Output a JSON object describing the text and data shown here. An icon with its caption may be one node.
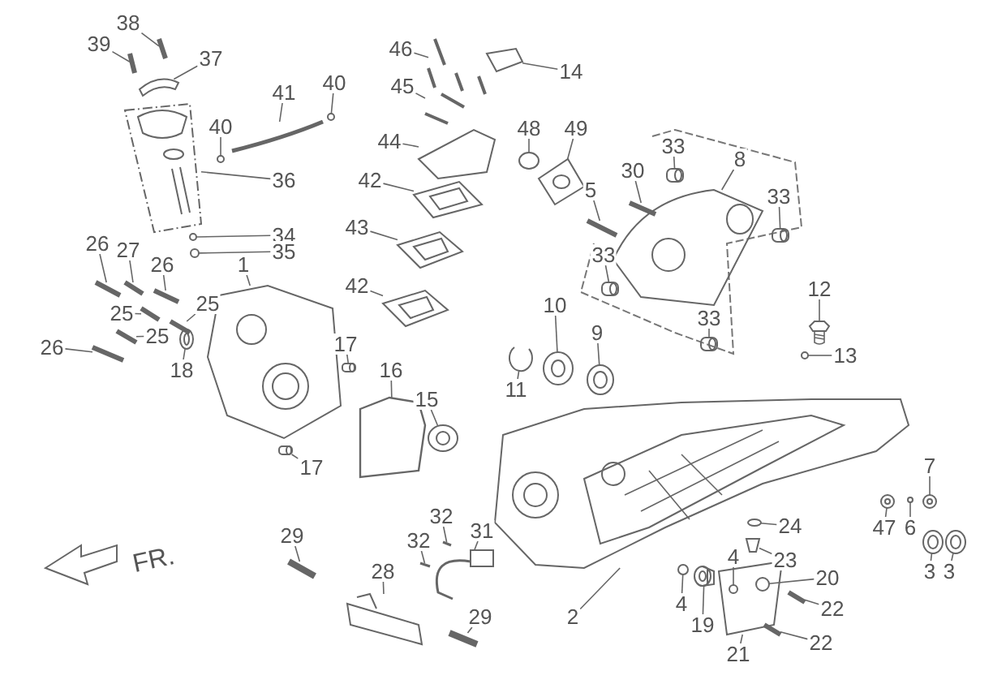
{
  "diagram": {
    "nodes": [
      {
        "text": [
          "38"
        ]
      },
      {
        "text": [
          "39"
        ]
      },
      {
        "text": [
          "37"
        ]
      },
      {
        "text": [
          "40"
        ]
      },
      {
        "text": [
          "40"
        ]
      },
      {
        "text": [
          "41"
        ]
      },
      {
        "text": [
          "36"
        ]
      },
      {
        "text": [
          "34"
        ]
      },
      {
        "text": [
          "35"
        ]
      },
      {
        "text": [
          "26"
        ]
      },
      {
        "text": [
          "27"
        ]
      },
      {
        "text": [
          "26"
        ]
      },
      {
        "text": [
          "1"
        ]
      },
      {
        "text": [
          "25"
        ]
      },
      {
        "text": [
          "25"
        ]
      },
      {
        "text": [
          "25"
        ]
      },
      {
        "text": [
          "26"
        ]
      },
      {
        "text": [
          "18"
        ]
      },
      {
        "text": [
          "46"
        ]
      },
      {
        "text": [
          "14"
        ]
      },
      {
        "text": [
          "45"
        ]
      },
      {
        "text": [
          "44"
        ]
      },
      {
        "text": [
          "48"
        ]
      },
      {
        "text": [
          "49"
        ]
      },
      {
        "text": [
          "42"
        ]
      },
      {
        "text": [
          "43"
        ]
      },
      {
        "text": [
          "42"
        ]
      },
      {
        "text": [
          "17"
        ]
      },
      {
        "text": [
          "16"
        ]
      },
      {
        "text": [
          "15"
        ]
      },
      {
        "text": [
          "11"
        ]
      },
      {
        "text": [
          "10"
        ]
      },
      {
        "text": [
          "9"
        ]
      },
      {
        "text": [
          "5"
        ]
      },
      {
        "text": [
          "30"
        ]
      },
      {
        "text": [
          "33"
        ]
      },
      {
        "text": [
          "8"
        ]
      },
      {
        "text": [
          "33"
        ]
      },
      {
        "text": [
          "33"
        ]
      },
      {
        "text": [
          "33"
        ]
      },
      {
        "text": [
          "12"
        ]
      },
      {
        "text": [
          "13"
        ]
      },
      {
        "text": [
          "17"
        ]
      },
      {
        "text": [
          "32"
        ]
      },
      {
        "text": [
          "32"
        ]
      },
      {
        "text": [
          "31"
        ]
      },
      {
        "text": [
          "29"
        ]
      },
      {
        "text": [
          "28"
        ]
      },
      {
        "text": [
          "29"
        ]
      },
      {
        "text": [
          "7"
        ]
      },
      {
        "text": [
          "47"
        ]
      },
      {
        "text": [
          "6"
        ]
      },
      {
        "text": [
          "3"
        ]
      },
      {
        "text": [
          "3"
        ]
      },
      {
        "text": [
          "24"
        ]
      },
      {
        "text": [
          "23"
        ]
      },
      {
        "text": [
          "4"
        ]
      },
      {
        "text": [
          "20"
        ]
      },
      {
        "text": [
          "4"
        ]
      },
      {
        "text": [
          "22"
        ]
      },
      {
        "text": [
          "19"
        ]
      },
      {
        "text": [
          "22"
        ]
      },
      {
        "text": [
          "21"
        ]
      },
      {
        "text": [
          "2"
        ]
      },
      {
        "text": [],
        "shape": "picture"
      },
      {
        "text": [],
        "shape": "picture"
      },
      {
        "text": [],
        "shape": "picture"
      },
      {
        "text": [],
        "shape": "circle"
      },
      {
        "text": [],
        "shape": "circle"
      },
      {
        "text": [],
        "shape": "picture"
      },
      {
        "text": [],
        "shape": "picture"
      },
      {
        "text": [],
        "shape": "circle"
      },
      {
        "text": [],
        "shape": "circle"
      },
      {
        "text": [],
        "shape": "picture"
      },
      {
        "text": [],
        "shape": "picture"
      },
      {
        "text": [],
        "shape": "picture"
      },
      {
        "text": [],
        "shape": "picture"
      },
      {
        "text": [],
        "shape": "picture"
      },
      {
        "text": [],
        "shape": "picture"
      },
      {
        "text": [],
        "shape": "picture"
      },
      {
        "text": [],
        "shape": "picture"
      },
      {
        "text": [],
        "shape": "picture"
      },
      {
        "text": [],
        "shape": "picture"
      },
      {
        "text": [],
        "shape": "picture"
      },
      {
        "text": [],
        "shape": "picture"
      },
      {
        "text": [],
        "shape": "picture"
      },
      {
        "text": [],
        "shape": "circle"
      },
      {
        "text": [],
        "shape": "picture"
      },
      {
        "text": [],
        "shape": "picture"
      },
      {
        "text": [],
        "shape": "picture"
      },
      {
        "text": [],
        "shape": "picture"
      },
      {
        "text": [],
        "shape": "picture"
      },
      {
        "text": [],
        "shape": "picture"
      },
      {
        "text": [],
        "shape": "picture"
      },
      {
        "text": [],
        "shape": "picture"
      },
      {
        "text": [],
        "shape": "picture"
      },
      {
        "text": [],
        "shape": "picture"
      },
      {
        "text": [],
        "shape": "picture"
      },
      {
        "text": [],
        "shape": "picture"
      },
      {
        "text": [],
        "shape": "picture"
      },
      {
        "text": [],
        "shape": "picture"
      },
      {
        "text": [],
        "shape": "picture"
      },
      {
        "text": [],
        "shape": "picture"
      },
      {
        "text": [],
        "shape": "picture"
      },
      {
        "text": [],
        "shape": "picture"
      },
      {
        "text": [],
        "shape": "circle"
      },
      {
        "text": [],
        "shape": "picture"
      },
      {
        "text": [],
        "shape": "picture"
      },
      {
        "text": [],
        "shape": "picture"
      },
      {
        "text": [],
        "shape": "picture"
      },
      {
        "text": [],
        "shape": "picture"
      },
      {
        "text": [],
        "shape": "picture"
      },
      {
        "text": [],
        "shape": "picture"
      },
      {
        "text": [],
        "shape": "picture"
      },
      {
        "text": [],
        "shape": "picture"
      },
      {
        "text": [],
        "shape": "circle"
      },
      {
        "text": [],
        "shape": "picture"
      },
      {
        "text": [],
        "shape": "picture"
      },
      {
        "text": [],
        "shape": "circle"
      },
      {
        "text": [],
        "shape": "picture"
      },
      {
        "text": [],
        "shape": "circle",
        "in": 126
      },
      {
        "text": [],
        "shape": "circle",
        "in": 126
      },
      {
        "text": [],
        "shape": "circle"
      },
      {
        "text": [],
        "shape": "picture"
      },
      {
        "text": [],
        "shape": "picture"
      },
      {
        "text": [],
        "shape": "picture"
      },
      {
        "text": [],
        "shape": "picture"
      },
      {
        "text": [],
        "shape": "picture"
      },
      {
        "text": [],
        "shape": "arrow",
        "beside": [
          "FR."
        ]
      }
    ],
    "edges": [
      {
        "from": 0,
        "to": 64,
        "arrow": "none"
      },
      {
        "from": 1,
        "to": 65,
        "arrow": "none"
      },
      {
        "from": 2,
        "to": 66,
        "arrow": "none"
      },
      {
        "from": 3,
        "to": 67,
        "arrow": "none"
      },
      {
        "from": 4,
        "to": 68,
        "arrow": "none"
      },
      {
        "from": 5,
        "to": 69,
        "arrow": "none"
      },
      {
        "from": 6,
        "to": 70,
        "arrow": "none"
      },
      {
        "from": 7,
        "to": 71,
        "arrow": "none"
      },
      {
        "from": 8,
        "to": 72,
        "arrow": "none"
      },
      {
        "from": 9,
        "to": 73,
        "arrow": "none"
      },
      {
        "from": 10,
        "to": 74,
        "arrow": "none"
      },
      {
        "from": 11,
        "to": 75,
        "arrow": "none"
      },
      {
        "from": 12,
        "to": 76,
        "arrow": "none"
      },
      {
        "from": 13,
        "to": 77,
        "arrow": "none"
      },
      {
        "from": 14,
        "to": 78,
        "arrow": "none"
      },
      {
        "from": 15,
        "to": 79,
        "arrow": "none"
      },
      {
        "from": 16,
        "to": 80,
        "arrow": "none"
      },
      {
        "from": 17,
        "to": 81,
        "arrow": "none"
      },
      {
        "from": 18,
        "to": 82,
        "arrow": "none"
      },
      {
        "from": 19,
        "to": 83,
        "arrow": "none"
      },
      {
        "from": 20,
        "to": 84,
        "arrow": "none"
      },
      {
        "from": 21,
        "to": 85,
        "arrow": "none"
      },
      {
        "from": 22,
        "to": 86,
        "arrow": "none"
      },
      {
        "from": 23,
        "to": 87,
        "arrow": "none"
      },
      {
        "from": 24,
        "to": 88,
        "arrow": "none"
      },
      {
        "from": 25,
        "to": 89,
        "arrow": "none"
      },
      {
        "from": 26,
        "to": 90,
        "arrow": "none"
      },
      {
        "from": 27,
        "to": 91,
        "arrow": "none"
      },
      {
        "from": 28,
        "to": 92,
        "arrow": "none"
      },
      {
        "from": 29,
        "to": 93,
        "arrow": "none"
      },
      {
        "from": 30,
        "to": 94,
        "arrow": "none"
      },
      {
        "from": 31,
        "to": 95,
        "arrow": "none"
      },
      {
        "from": 32,
        "to": 96,
        "arrow": "none"
      },
      {
        "from": 33,
        "to": 97,
        "arrow": "none"
      },
      {
        "from": 34,
        "to": 98,
        "arrow": "none"
      },
      {
        "from": 35,
        "to": 99,
        "arrow": "none"
      },
      {
        "from": 36,
        "to": 100,
        "arrow": "none"
      },
      {
        "from": 37,
        "to": 101,
        "arrow": "none"
      },
      {
        "from": 38,
        "to": 102,
        "arrow": "none"
      },
      {
        "from": 39,
        "to": 103,
        "arrow": "none"
      },
      {
        "from": 40,
        "to": 104,
        "arrow": "none"
      },
      {
        "from": 41,
        "to": 105,
        "arrow": "none"
      },
      {
        "from": 42,
        "to": 106,
        "arrow": "none"
      },
      {
        "from": 43,
        "to": 107,
        "arrow": "none"
      },
      {
        "from": 44,
        "to": 108,
        "arrow": "none"
      },
      {
        "from": 45,
        "to": 109,
        "arrow": "none"
      },
      {
        "from": 46,
        "to": 110,
        "arrow": "none"
      },
      {
        "from": 47,
        "to": 111,
        "arrow": "none"
      },
      {
        "from": 48,
        "to": 112,
        "arrow": "none"
      },
      {
        "from": 49,
        "to": 113,
        "arrow": "none"
      },
      {
        "from": 50,
        "to": 114,
        "arrow": "none"
      },
      {
        "from": 51,
        "to": 115,
        "arrow": "none"
      },
      {
        "from": 52,
        "to": 116,
        "arrow": "none"
      },
      {
        "from": 53,
        "to": 117,
        "arrow": "none"
      },
      {
        "from": 54,
        "to": 118,
        "arrow": "none"
      },
      {
        "from": 55,
        "to": 119,
        "arrow": "none"
      },
      {
        "from": 56,
        "to": 120,
        "arrow": "none"
      },
      {
        "from": 57,
        "to": 121,
        "arrow": "none"
      },
      {
        "from": 58,
        "to": 122,
        "arrow": "none"
      },
      {
        "from": 59,
        "to": 123,
        "arrow": "none"
      },
      {
        "from": 60,
        "to": 124,
        "arrow": "none"
      },
      {
        "from": 61,
        "to": 125,
        "arrow": "none"
      },
      {
        "from": 62,
        "to": 126,
        "arrow": "none"
      },
      {
        "from": 63,
        "to": 127,
        "arrow": "none"
      }
    ]
  }
}
